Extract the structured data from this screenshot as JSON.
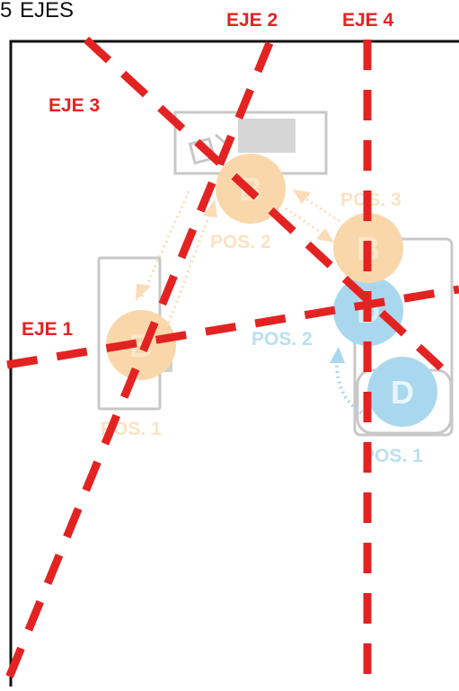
{
  "header": {
    "bullet": "5",
    "title": "EJES"
  },
  "axes": {
    "eje1": "EJE 1",
    "eje2": "EJE 2",
    "eje3": "EJE 3",
    "eje4": "EJE 4"
  },
  "actors": {
    "b_letter": "B",
    "d_letter": "D"
  },
  "positions": {
    "b_pos1": "POS. 1",
    "b_pos2": "POS. 2",
    "b_pos3": "POS. 3",
    "d_pos1": "POS. 1",
    "d_pos2": "POS. 2"
  },
  "colors": {
    "axis_red": "#e32322",
    "b_orange": "#fad7ab",
    "b_text": "#fbe3c3",
    "d_blue": "#a9d8ee",
    "d_text": "#b8e0f2",
    "furniture_gray": "#c4c4c4",
    "frame": "#111111"
  }
}
